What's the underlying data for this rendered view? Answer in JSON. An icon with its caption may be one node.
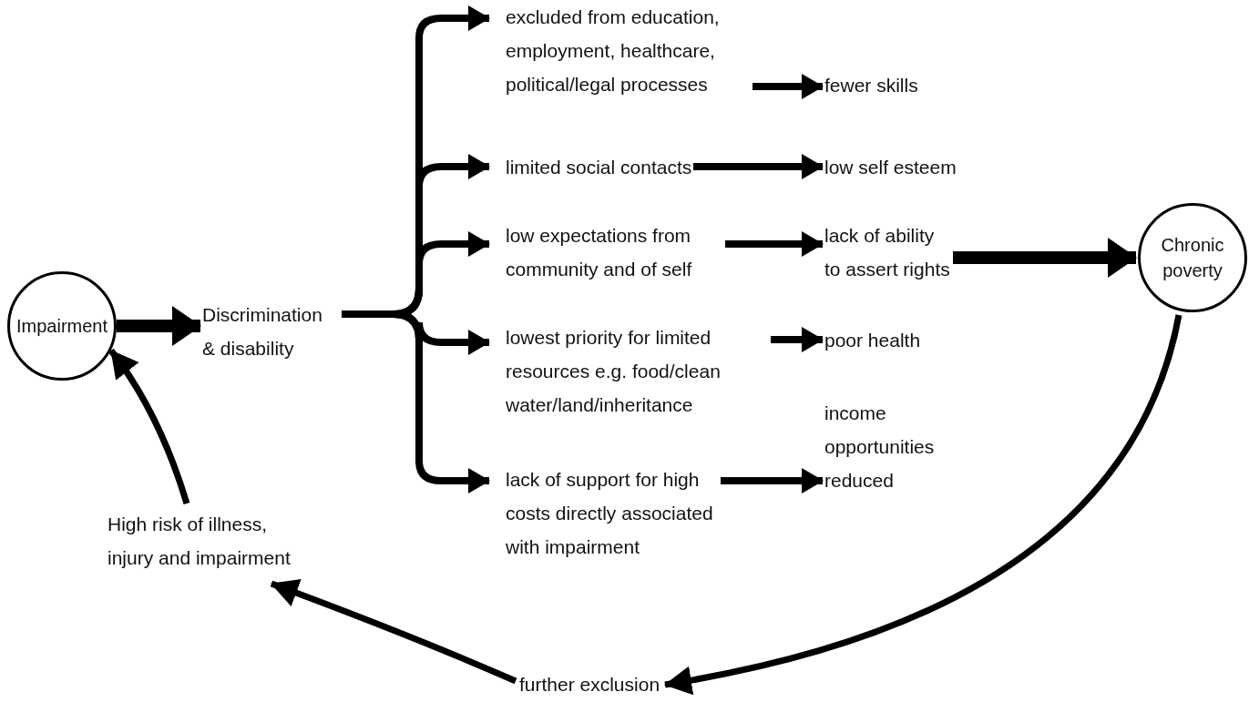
{
  "diagram": {
    "nodes": [
      {
        "text": [
          "Impairment"
        ]
      },
      {
        "text": [
          "Discrimination & disability"
        ]
      },
      {
        "text": [
          "excluded from education, employment, healthcare, political/legal processes"
        ]
      },
      {
        "text": [
          "limited social contacts"
        ]
      },
      {
        "text": [
          "low expectations from community and of self"
        ]
      },
      {
        "text": [
          "lowest priority for limited resources e.g. food/clean water/land/inheritance"
        ]
      },
      {
        "text": [
          "lack of support for high costs directly associated with impairment"
        ]
      },
      {
        "text": [
          "fewer skills"
        ]
      },
      {
        "text": [
          "low self esteem"
        ]
      },
      {
        "text": [
          "lack of ability to assert rights"
        ]
      },
      {
        "text": [
          "poor health"
        ]
      },
      {
        "text": [
          "income opportunities reduced"
        ]
      },
      {
        "text": [
          "Chronic poverty"
        ]
      },
      {
        "text": [
          "further exclusion"
        ]
      },
      {
        "text": [
          "High risk of illness, injury and impairment"
        ]
      }
    ],
    "edges": [
      {
        "from": 0,
        "to": 1,
        "arrow": "to"
      },
      {
        "from": 1,
        "to": 2,
        "arrow": "to"
      },
      {
        "from": 1,
        "to": 3,
        "arrow": "to"
      },
      {
        "from": 1,
        "to": 4,
        "arrow": "to"
      },
      {
        "from": 1,
        "to": 5,
        "arrow": "to"
      },
      {
        "from": 1,
        "to": 6,
        "arrow": "to"
      },
      {
        "from": 2,
        "to": 7,
        "arrow": "to"
      },
      {
        "from": 3,
        "to": 8,
        "arrow": "to"
      },
      {
        "from": 4,
        "to": 9,
        "arrow": "to"
      },
      {
        "from": 5,
        "to": 10,
        "arrow": "to"
      },
      {
        "from": 6,
        "to": 11,
        "arrow": "to"
      },
      {
        "from": 9,
        "to": 12,
        "arrow": "to"
      },
      {
        "from": 12,
        "to": 13,
        "arrow": "to"
      },
      {
        "from": 13,
        "to": 14,
        "arrow": "to"
      },
      {
        "from": 14,
        "to": 0,
        "arrow": "to"
      }
    ]
  }
}
